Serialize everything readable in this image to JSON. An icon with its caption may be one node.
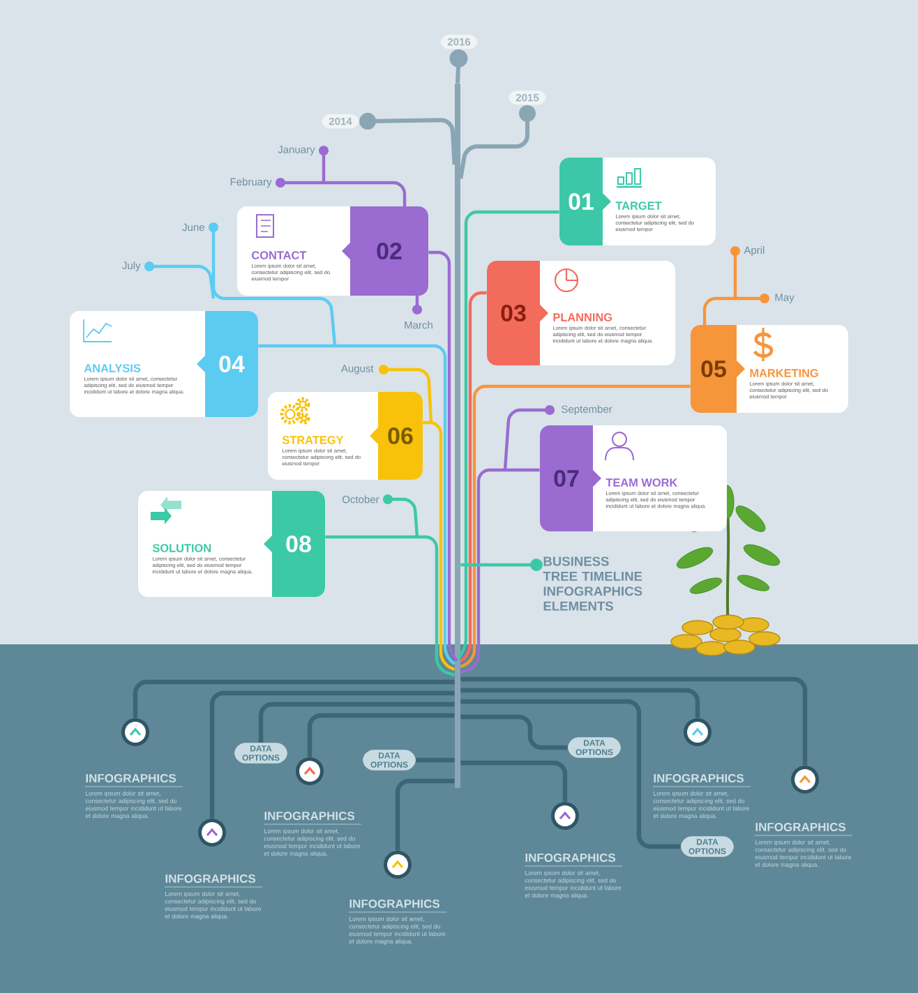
{
  "diagram": {
    "nodes": [
      {
        "text": [
          "2016"
        ]
      },
      {
        "text": [
          "2014"
        ]
      },
      {
        "text": [
          "2015"
        ]
      },
      {
        "text": [
          "01",
          "TARGET",
          "Lorem ipsum dolor sit amet, consectetur adipiscing elit, sed do eiusmod tempor"
        ]
      },
      {
        "text": [
          "CONTACT",
          "Lorem ipsum dolor sit amet, consectetur adipiscing elit, sed do eiusmod tempor",
          "02"
        ]
      },
      {
        "text": [
          "03",
          "PLANNING",
          "Lorem ipsum dolor sit amet, consectetur adipiscing elit, sed do eiusmod tempor incididunt ut labore et dolore magna aliqua."
        ]
      },
      {
        "text": [
          "ANALYSIS",
          "Lorem ipsum dolor sit amet, consectetur adipiscing elit, sed do eiusmod tempor incididunt ut labore et dolore magna aliqua.",
          "04"
        ]
      },
      {
        "text": [
          "05",
          "MARKETING",
          "Lorem ipsum dolor sit amet, consectetur adipiscing elit, sed do eiusmod tempor"
        ]
      },
      {
        "text": [
          "STRATEGY",
          "Lorem ipsum dolor sit amet, consectetur adipiscing elit, sed do eiusmod tempor",
          "06"
        ]
      },
      {
        "text": [
          "07",
          "TEAM WORK",
          "Lorem ipsum dolor sit amet, consectetur adipiscing elit, sed do eiusmod tempor incididunt ut labore et dolore magna aliqua."
        ]
      },
      {
        "text": [
          "SOLUTION",
          "Lorem ipsum dolor sit amet, consectetur adipiscing elit, sed do eiusmod tempor incididunt ut labore et dolore magna aliqua.",
          "08"
        ]
      },
      {
        "text": [
          "DATA OPTIONS"
        ]
      },
      {
        "text": [
          "DATA OPTIONS"
        ]
      },
      {
        "text": [
          "DATA OPTIONS"
        ]
      },
      {
        "text": [
          "DATA OPTIONS"
        ]
      },
      {
        "text": [],
        "shape": "bar"
      },
      {
        "text": [],
        "shape": "circle"
      },
      {
        "text": [],
        "shape": "circle"
      },
      {
        "text": [],
        "shape": "circle"
      },
      {
        "text": [],
        "shape": "circle"
      },
      {
        "text": [],
        "shape": "circle"
      },
      {
        "text": [],
        "shape": "circle"
      },
      {
        "text": [],
        "shape": "circle"
      },
      {
        "text": [
          "BUSINESS TREE TIMELINE INFOGRAPHICS ELEMENTS"
        ]
      }
    ],
    "edges": [
      {
        "from": 15,
        "to": 0,
        "arrow": "other",
        "color": "#8aa6b5"
      },
      {
        "from": 15,
        "to": 1,
        "arrow": "other",
        "color": "#8aa6b5"
      },
      {
        "from": 15,
        "to": 2,
        "arrow": "other",
        "color": "#8aa6b5"
      },
      {
        "from": 15,
        "to": 3,
        "arrow": "none",
        "color": "#3cc8a8"
      },
      {
        "from": 15,
        "to": 4,
        "arrow": "none",
        "color": "#9a6bd0"
      },
      {
        "from": 15,
        "to": 5,
        "arrow": "none",
        "color": "#f26b5b"
      },
      {
        "from": 15,
        "to": 6,
        "arrow": "none",
        "color": "#5ccbf2"
      },
      {
        "from": 15,
        "to": 7,
        "arrow": "none",
        "color": "#f7953b"
      },
      {
        "from": 15,
        "to": 8,
        "arrow": "none",
        "color": "#f8c20b"
      },
      {
        "from": 15,
        "to": 9,
        "arrow": "none",
        "color": "#9a6bd0"
      },
      {
        "from": 15,
        "to": 10,
        "arrow": "none",
        "color": "#3bc9a6"
      },
      {
        "from": 15,
        "to": 16,
        "arrow": "none"
      },
      {
        "from": 15,
        "to": 17,
        "arrow": "none"
      },
      {
        "from": 15,
        "to": 18,
        "arrow": "none"
      },
      {
        "from": 15,
        "to": 19,
        "arrow": "none"
      },
      {
        "from": 15,
        "to": 20,
        "arrow": "none"
      },
      {
        "from": 15,
        "to": 21,
        "arrow": "none"
      },
      {
        "from": 15,
        "to": 22,
        "arrow": "none"
      },
      {
        "from": 15,
        "to": 11,
        "arrow": "none"
      },
      {
        "from": 15,
        "to": 12,
        "arrow": "none"
      },
      {
        "from": 15,
        "to": 13,
        "arrow": "none"
      },
      {
        "from": 15,
        "to": 14,
        "arrow": "none"
      },
      {
        "from": 15,
        "to": 23,
        "arrow": "other",
        "color": "#3cc8a8"
      }
    ],
    "labels": [
      "January",
      "February",
      "June",
      "April",
      "July",
      "May",
      "March",
      "August",
      "September",
      "October",
      "INFOGRAPHICS",
      "Lorem ipsum dolor sit amet, consectetur adipiscing elit, sed do eiusmod tempor incididunt ut labore et dolore magna aliqua.",
      "INFOGRAPHICS",
      "Lorem ipsum dolor sit amet, consectetur adipiscing elit, sed do eiusmod tempor incididunt ut labore et dolore magna aliqua.",
      "INFOGRAPHICS",
      "Lorem ipsum dolor sit amet, consectetur adipiscing elit, sed do eiusmod tempor incididunt ut labore et dolore magna aliqua.",
      "INFOGRAPHICS",
      "Lorem ipsum dolor sit amet, consectetur adipiscing elit, sed do eiusmod tempor incididunt ut labore et dolore magna aliqua.",
      "INFOGRAPHICS",
      "Lorem ipsum dolor sit amet, consectetur adipiscing elit, sed do eiusmod tempor incididunt ut labore et dolore magna aliqua.",
      "INFOGRAPHICS",
      "Lorem ipsum dolor sit amet, consectetur adipiscing elit, sed do eiusmod tempor incididunt ut labore et dolore magna aliqua.",
      "INFOGRAPHICS",
      "Lorem ipsum dolor sit amet, consectetur adipiscing elit, sed do eiusmod tempor incididunt ut labore et dolore magna aliqua."
    ]
  }
}
